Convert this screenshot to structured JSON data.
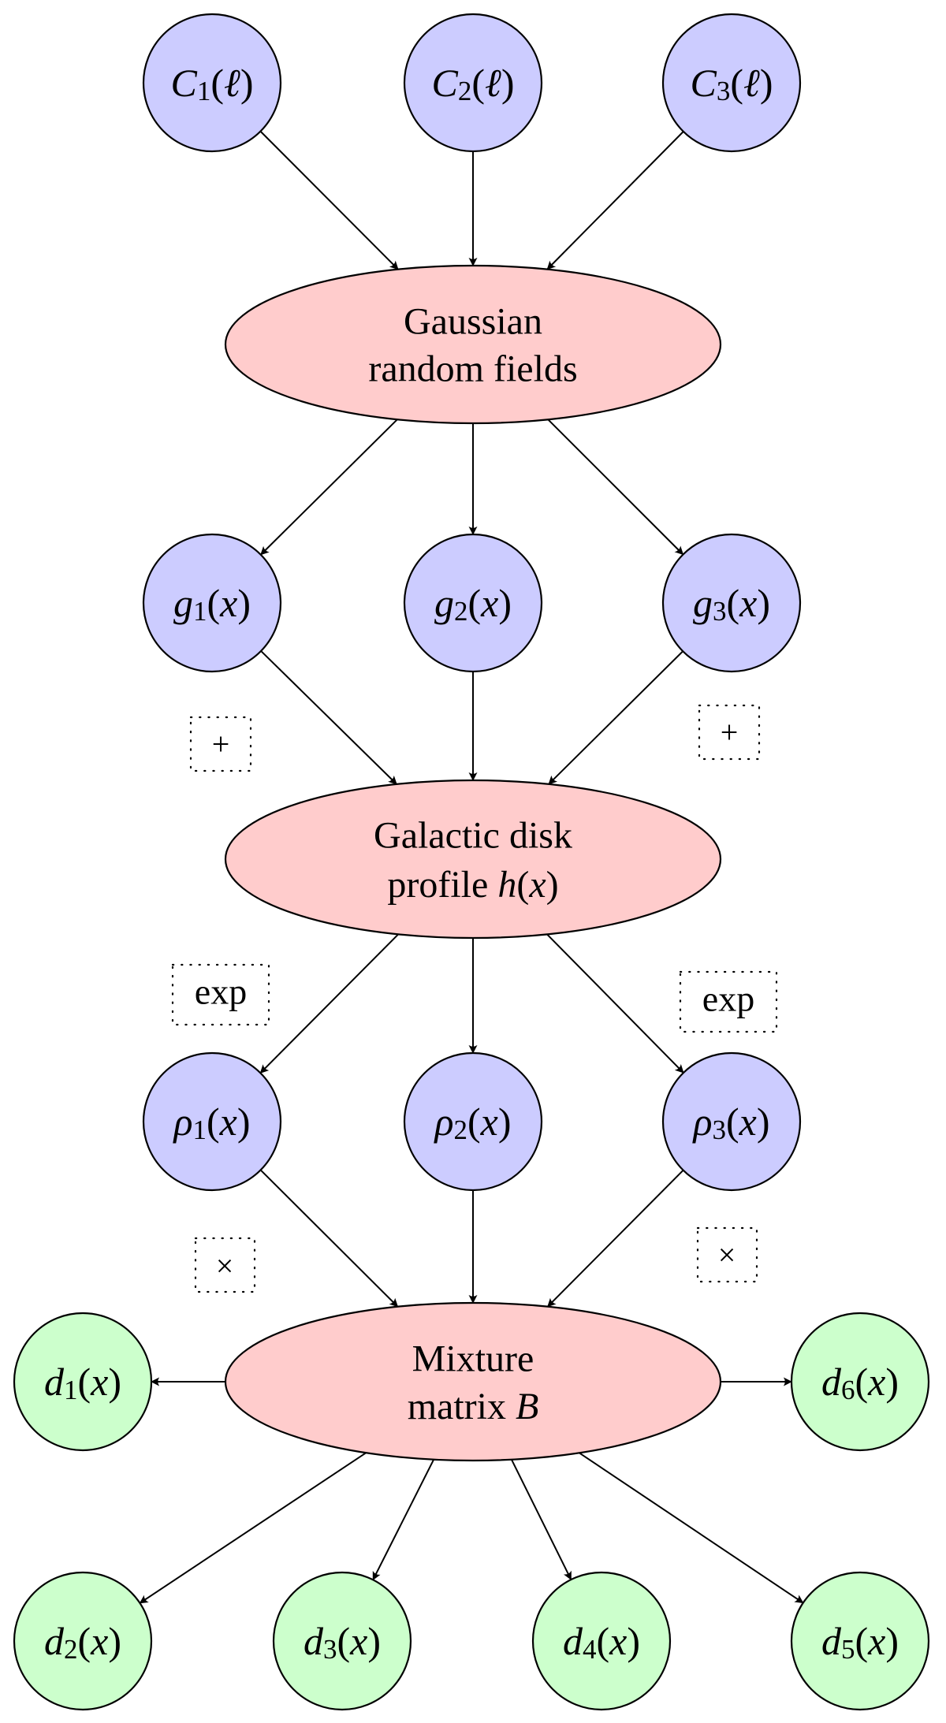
{
  "colors": {
    "input_node": "#ccccff",
    "process_node": "#ffcccc",
    "output_node": "#ccffcc",
    "stroke": "#000000"
  },
  "nodes": {
    "c1": {
      "base": "C",
      "sub": "1",
      "arg": "ℓ",
      "kind": "input"
    },
    "c2": {
      "base": "C",
      "sub": "2",
      "arg": "ℓ",
      "kind": "input"
    },
    "c3": {
      "base": "C",
      "sub": "3",
      "arg": "ℓ",
      "kind": "input"
    },
    "grf": {
      "line1": "Gaussian",
      "line2": "random fields",
      "kind": "process"
    },
    "g1": {
      "base": "g",
      "sub": "1",
      "arg": "x",
      "kind": "input"
    },
    "g2": {
      "base": "g",
      "sub": "2",
      "arg": "x",
      "kind": "input"
    },
    "g3": {
      "base": "g",
      "sub": "3",
      "arg": "x",
      "kind": "input"
    },
    "disk": {
      "line1": "Galactic disk",
      "line2_text": "profile ",
      "line2_math": "h",
      "line2_arg": "x",
      "kind": "process"
    },
    "rho1": {
      "base": "ρ",
      "sub": "1",
      "arg": "x",
      "kind": "input"
    },
    "rho2": {
      "base": "ρ",
      "sub": "2",
      "arg": "x",
      "kind": "input"
    },
    "rho3": {
      "base": "ρ",
      "sub": "3",
      "arg": "x",
      "kind": "input"
    },
    "mix": {
      "line1": "Mixture",
      "line2_text": "matrix ",
      "line2_math": "B",
      "kind": "process"
    },
    "d1": {
      "base": "d",
      "sub": "1",
      "arg": "x",
      "kind": "output"
    },
    "d2": {
      "base": "d",
      "sub": "2",
      "arg": "x",
      "kind": "output"
    },
    "d3": {
      "base": "d",
      "sub": "3",
      "arg": "x",
      "kind": "output"
    },
    "d4": {
      "base": "d",
      "sub": "4",
      "arg": "x",
      "kind": "output"
    },
    "d5": {
      "base": "d",
      "sub": "5",
      "arg": "x",
      "kind": "output"
    },
    "d6": {
      "base": "d",
      "sub": "6",
      "arg": "x",
      "kind": "output"
    }
  },
  "operators": {
    "plus_left": "+",
    "plus_right": "+",
    "exp_left": "exp",
    "exp_right": "exp",
    "times_left": "×",
    "times_right": "×"
  },
  "edges": [
    [
      "c1",
      "grf"
    ],
    [
      "c2",
      "grf"
    ],
    [
      "c3",
      "grf"
    ],
    [
      "grf",
      "g1"
    ],
    [
      "grf",
      "g2"
    ],
    [
      "grf",
      "g3"
    ],
    [
      "g1",
      "disk"
    ],
    [
      "g2",
      "disk"
    ],
    [
      "g3",
      "disk"
    ],
    [
      "disk",
      "rho1"
    ],
    [
      "disk",
      "rho2"
    ],
    [
      "disk",
      "rho3"
    ],
    [
      "rho1",
      "mix"
    ],
    [
      "rho2",
      "mix"
    ],
    [
      "rho3",
      "mix"
    ],
    [
      "mix",
      "d1"
    ],
    [
      "mix",
      "d2"
    ],
    [
      "mix",
      "d3"
    ],
    [
      "mix",
      "d4"
    ],
    [
      "mix",
      "d5"
    ],
    [
      "mix",
      "d6"
    ]
  ]
}
